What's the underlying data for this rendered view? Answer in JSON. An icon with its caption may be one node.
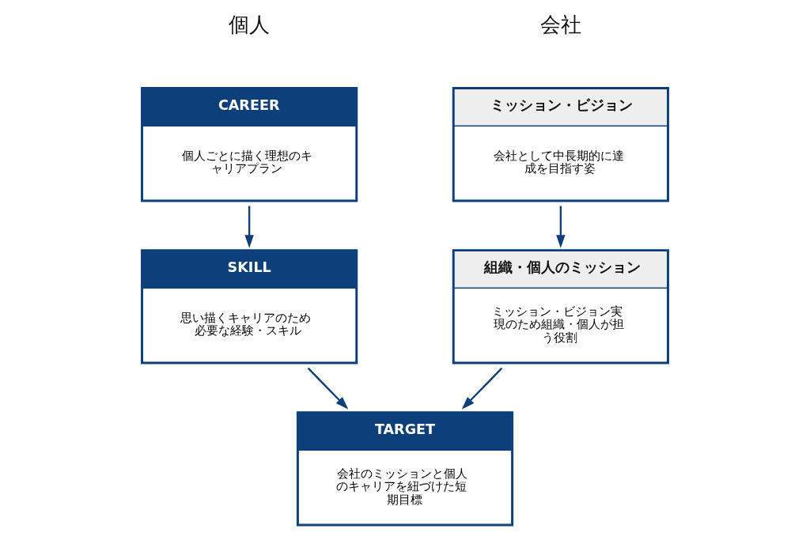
{
  "diagram": {
    "nodes": [
      {
        "text": [
          "ミッション・ビジョン",
          "会社として中長期的に達成を目指す姿"
        ]
      },
      {
        "text": [
          "組織・個人のミッション",
          "ミッション・ビジョン実現のため組織・個人が担う役割"
        ]
      },
      {
        "text": [
          "CAREER",
          "個人ごとに描く理想のキャリアプラン"
        ]
      },
      {
        "text": [
          "SKILL",
          "思い描くキャリアのため必要な経験・スキル"
        ]
      },
      {
        "text": [
          "TARGET",
          "会社のミッションと個人のキャリアを紐づけた短期目標"
        ]
      }
    ],
    "edges": [
      {
        "from": 0,
        "to": 1,
        "arrow": "to"
      },
      {
        "from": 2,
        "to": 3,
        "arrow": "to"
      },
      {
        "from": 1,
        "to": 4,
        "arrow": "to"
      },
      {
        "from": 3,
        "to": 4,
        "arrow": "to"
      }
    ],
    "labels": [
      "会社",
      "個人"
    ]
  }
}
